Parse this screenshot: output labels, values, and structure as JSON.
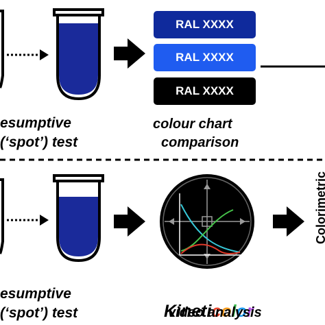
{
  "top_row": {
    "left_label_line1": "esumptive",
    "left_label_line2": "(‘spot’) test",
    "color_swatches": [
      {
        "label": "RAL XXXX",
        "color": "#0f2a9c"
      },
      {
        "label": "RAL XXXX",
        "color": "#1f5cf0"
      },
      {
        "label": "RAL XXXX",
        "color": "#000000"
      }
    ],
    "chart_label_line1": "colour chart",
    "chart_label_line2": "comparison"
  },
  "bottom_row": {
    "left_label_line1": "esumptive",
    "left_label_line2": "(‘spot’) test",
    "brand": {
      "part1": "Kineti",
      "part2_letters": [
        {
          "char": "c",
          "color": "#e8452c"
        },
        {
          "char": "o",
          "color": "#f59a1b"
        },
        {
          "char": "l",
          "color": "#39b54a"
        },
        {
          "char": "o",
          "color": "#1d9bf0"
        },
        {
          "char": "r",
          "color": "#b04fe0"
        }
      ]
    },
    "analysis_label": "video analysis",
    "right_label": "Colorimetric"
  },
  "colors": {
    "liquid_blue": "#1a2a9a",
    "arrow": "#000000"
  }
}
